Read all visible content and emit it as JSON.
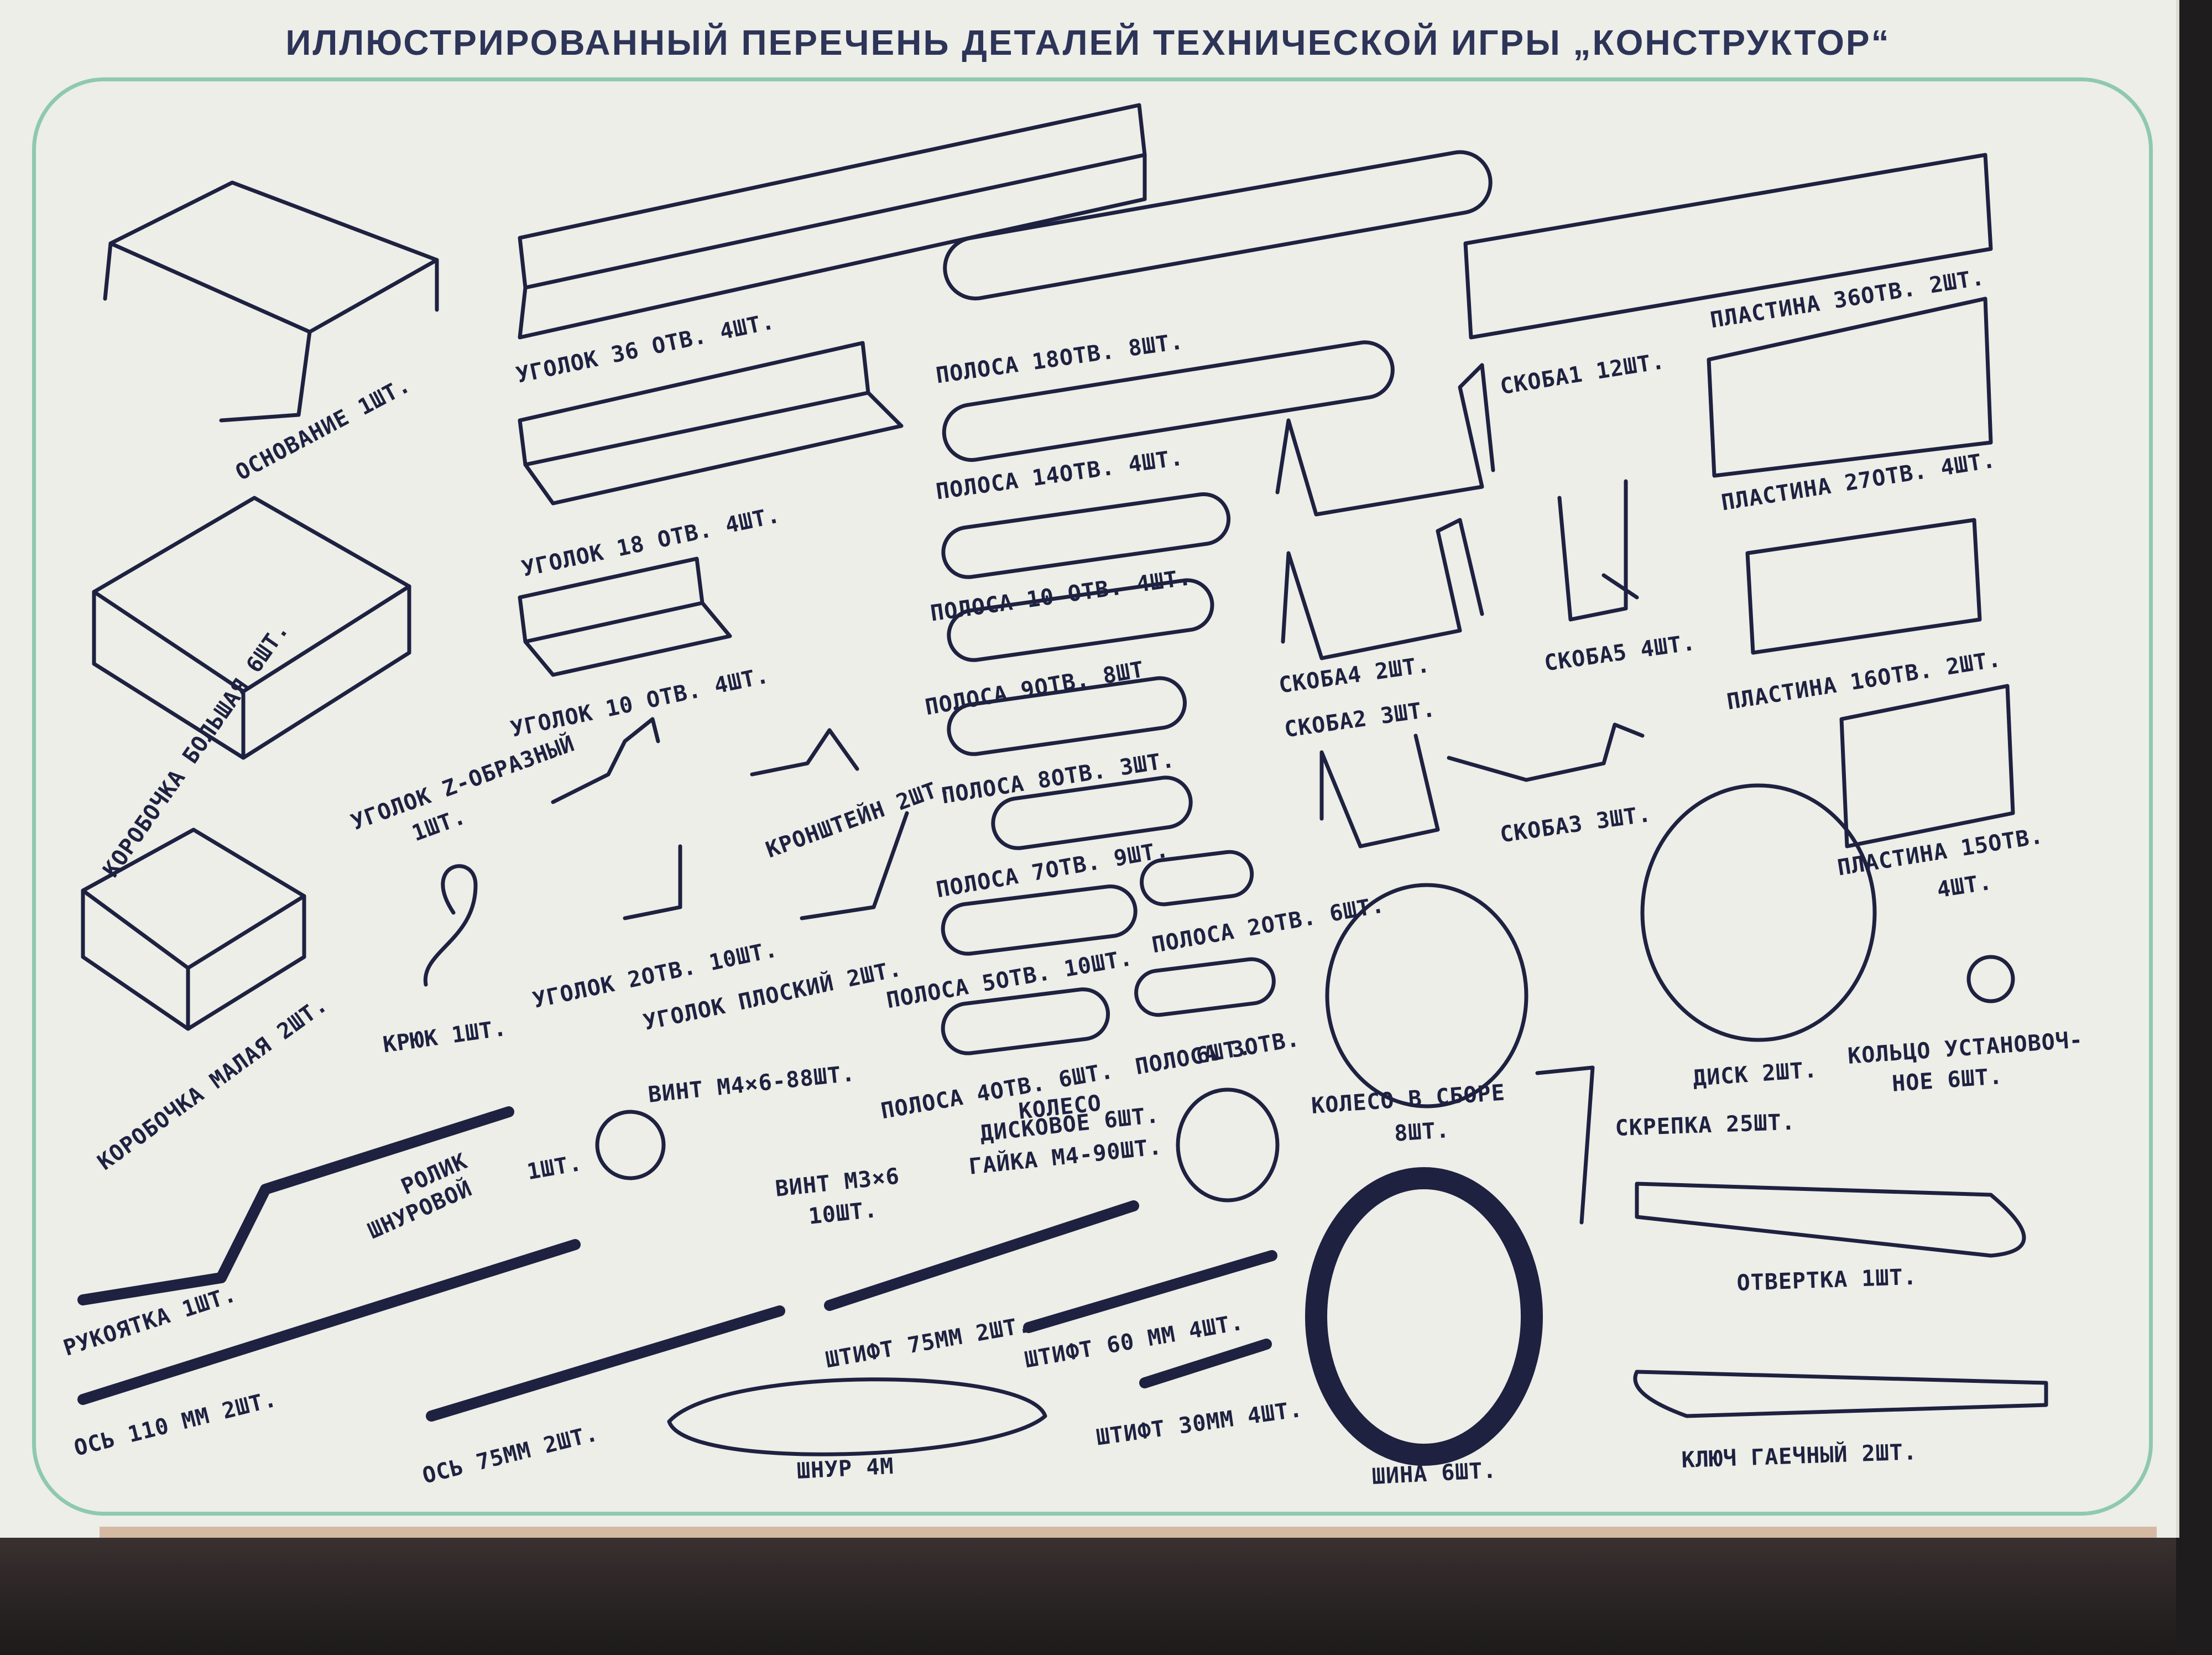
{
  "title": "ИЛЛЮСТРИРОВАННЫЙ ПЕРЕЧЕНЬ ДЕТАЛЕЙ ТЕХНИЧЕСКОЙ ИГРЫ „КОНСТРУКТОР“",
  "colors": {
    "paper": "#eceee7",
    "ink": "#1e2140",
    "frame": "#8fc8b0",
    "title": "#2d3458",
    "edge": "#c58e6c"
  },
  "parts": [
    {
      "id": "osnovanie",
      "label": "ОСНОВАНИЕ 1ШТ."
    },
    {
      "id": "ugolok36",
      "label": "УГОЛОК 36 ОТВ. 4ШТ."
    },
    {
      "id": "ugolok18",
      "label": "УГОЛОК 18 ОТВ. 4ШТ."
    },
    {
      "id": "ugolok10",
      "label": "УГОЛОК 10 ОТВ. 4ШТ."
    },
    {
      "id": "polosa18",
      "label": "ПОЛОСА 18ОТВ. 8ШТ."
    },
    {
      "id": "polosa14",
      "label": "ПОЛОСА 14ОТВ. 4ШТ."
    },
    {
      "id": "polosa10",
      "label": "ПОЛОСА 10 ОТВ. 4ШТ."
    },
    {
      "id": "polosa9",
      "label": "ПОЛОСА 9ОТВ. 8ШТ"
    },
    {
      "id": "polosa8",
      "label": "ПОЛОСА 8ОТВ. 3ШТ."
    },
    {
      "id": "polosa7",
      "label": "ПОЛОСА 7ОТВ. 9ШТ."
    },
    {
      "id": "polosa5",
      "label": "ПОЛОСА 5ОТВ. 10ШТ."
    },
    {
      "id": "polosa2",
      "label": "ПОЛОСА 2ОТВ. 6ШТ."
    },
    {
      "id": "polosa4",
      "label": "ПОЛОСА 4ОТВ. 6ШТ."
    },
    {
      "id": "polosa3a",
      "label": "ПОЛОСА 3ОТВ."
    },
    {
      "id": "polosa3b",
      "label": "6ШТ."
    },
    {
      "id": "plastina36",
      "label": "ПЛАСТИНА 36ОТВ. 2ШТ."
    },
    {
      "id": "plastina27",
      "label": "ПЛАСТИНА 27ОТВ. 4ШТ."
    },
    {
      "id": "plastina16",
      "label": "ПЛАСТИНА 16ОТВ. 2ШТ."
    },
    {
      "id": "plastina15a",
      "label": "ПЛАСТИНА 15ОТВ."
    },
    {
      "id": "plastina15b",
      "label": "4ШТ."
    },
    {
      "id": "skoba1",
      "label": "СКОБА1 12ШТ."
    },
    {
      "id": "skoba4",
      "label": "СКОБА4 2ШТ."
    },
    {
      "id": "skoba2",
      "label": "СКОБА2 3ШТ."
    },
    {
      "id": "skoba5",
      "label": "СКОБА5 4ШТ."
    },
    {
      "id": "skoba3",
      "label": "СКОБА3 3ШТ."
    },
    {
      "id": "korobka_b",
      "label": "КОРОБОЧКА БОЛЬШАЯ 6ШТ."
    },
    {
      "id": "korobka_m",
      "label": "КОРОБОЧКА МАЛАЯ 2ШТ."
    },
    {
      "id": "ugolokZa",
      "label": "УГОЛОК Z-ОБРАЗНЫЙ"
    },
    {
      "id": "ugolokZb",
      "label": "1ШТ."
    },
    {
      "id": "kronshtein",
      "label": "КРОНШТЕЙН 2ШТ."
    },
    {
      "id": "ugolok2",
      "label": "УГОЛОК 2ОТВ. 10ШТ."
    },
    {
      "id": "ugolok_flat",
      "label": "УГОЛОК ПЛОСКИЙ 2ШТ."
    },
    {
      "id": "kryuk",
      "label": "КРЮК 1ШТ."
    },
    {
      "id": "vint46",
      "label": "ВИНТ М4×6-88ШТ."
    },
    {
      "id": "vint36a",
      "label": "ВИНТ М3×6"
    },
    {
      "id": "vint36b",
      "label": "10ШТ."
    },
    {
      "id": "koleso_d1",
      "label": "КОЛЕСО"
    },
    {
      "id": "koleso_d2",
      "label": "ДИСКОВОЕ 6ШТ."
    },
    {
      "id": "gaika",
      "label": "ГАЙКА М4-90ШТ."
    },
    {
      "id": "koleso_s1",
      "label": "КОЛЕСО В СБОРЕ"
    },
    {
      "id": "koleso_s2",
      "label": "8ШТ."
    },
    {
      "id": "disk",
      "label": "ДИСК 2ШТ."
    },
    {
      "id": "kolco1",
      "label": "КОЛЬЦО УСТАНОВОЧ-"
    },
    {
      "id": "kolco2",
      "label": "НОЕ 6ШТ."
    },
    {
      "id": "skrepka",
      "label": "СКРЕПКА 25ШТ."
    },
    {
      "id": "otvertka",
      "label": "ОТВЕРТКА 1ШТ."
    },
    {
      "id": "rolik1",
      "label": "РОЛИК"
    },
    {
      "id": "rolik2",
      "label": "ШНУРОВОЙ"
    },
    {
      "id": "rolik3",
      "label": "1ШТ."
    },
    {
      "id": "rukoyatka",
      "label": "РУКОЯТКА 1ШТ."
    },
    {
      "id": "os110",
      "label": "ОСЬ 110 ММ 2ШТ."
    },
    {
      "id": "os75",
      "label": "ОСЬ 75ММ 2ШТ."
    },
    {
      "id": "shtift75",
      "label": "ШТИФТ 75ММ 2ШТ."
    },
    {
      "id": "shtift60",
      "label": "ШТИФТ 60 ММ 4ШТ."
    },
    {
      "id": "shtift30",
      "label": "ШТИФТ 30ММ 4ШТ."
    },
    {
      "id": "shnur",
      "label": "ШНУР 4М"
    },
    {
      "id": "shina",
      "label": "ШИНА 6ШТ."
    },
    {
      "id": "klyuch",
      "label": "КЛЮЧ ГАЕЧНЫЙ 2ШТ."
    }
  ]
}
